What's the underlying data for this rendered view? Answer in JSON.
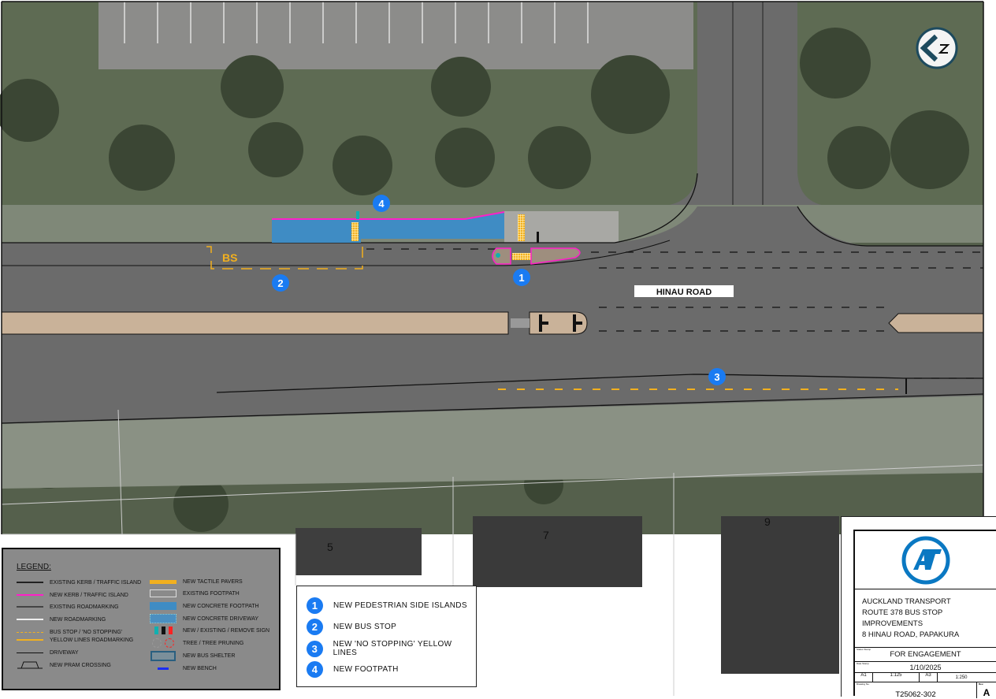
{
  "map": {
    "road_name": "HINAU ROAD",
    "house_numbers": [
      "5",
      "7",
      "9"
    ],
    "markers": [
      "1",
      "2",
      "3",
      "4"
    ],
    "north_arrow_icon": "north-arrow-icon"
  },
  "legend": {
    "title": "LEGEND:",
    "left_items": [
      {
        "label": "EXISTING KERB / TRAFFIC ISLAND",
        "icon": "black-line"
      },
      {
        "label": "NEW KERB / TRAFFIC ISLAND",
        "icon": "magenta-line"
      },
      {
        "label": "EXISTING ROADMARKING",
        "icon": "dark-line"
      },
      {
        "label": "NEW ROADMARKING",
        "icon": "white-line"
      },
      {
        "label": "BUS STOP / 'NO STOPPING'",
        "icon": "yellow-dashed-line"
      },
      {
        "label": "YELLOW LINES ROADMARKING",
        "icon": "yellow-line"
      },
      {
        "label": "DRIVEWAY",
        "icon": "thin-black-line"
      },
      {
        "label": "NEW PRAM CROSSING",
        "icon": "pram-crossing-icon"
      }
    ],
    "right_items": [
      {
        "label": "NEW TACTILE PAVERS",
        "icon": "tactile-pavers-icon"
      },
      {
        "label": "EXISTING FOOTPATH",
        "icon": "existing-footpath-icon"
      },
      {
        "label": "NEW CONCRETE FOOTPATH",
        "icon": "concrete-footpath-icon"
      },
      {
        "label": "NEW CONCRETE DRIVEWAY",
        "icon": "concrete-driveway-icon"
      },
      {
        "label": "NEW / EXISTING / REMOVE SIGN",
        "icon": "sign-icon"
      },
      {
        "label": "TREE / TREE PRUNING",
        "icon": "tree-icon"
      },
      {
        "label": "NEW BUS SHELTER",
        "icon": "bus-shelter-icon"
      },
      {
        "label": "NEW BENCH",
        "icon": "bench-icon"
      }
    ]
  },
  "notes": [
    {
      "num": "1",
      "text": "NEW PEDESTRIAN SIDE ISLANDS"
    },
    {
      "num": "2",
      "text": "NEW BUS STOP"
    },
    {
      "num": "3",
      "text": "NEW 'NO STOPPING' YELLOW LINES"
    },
    {
      "num": "4",
      "text": "NEW FOOTPATH"
    }
  ],
  "title_block": {
    "logo_text": "AT",
    "org": "AUCKLAND TRANSPORT",
    "project": "ROUTE 378 BUS STOP IMPROVEMENTS",
    "address": "8 HINAU ROAD, PAPAKURA",
    "status_label": "Status Stamp",
    "status": "FOR ENGAGEMENT",
    "date_label": "Date Stamp",
    "date": "1/10/2025",
    "a1_label": "A1",
    "a1_scale": "1:125",
    "a3_label": "A3",
    "a3_scale": "1:250",
    "drawing_no_label": "Drawing No.",
    "drawing_no": "T25062-302",
    "rev_label": "Rev.",
    "rev": "A"
  },
  "colors": {
    "marker": "#1a7bf2",
    "new_kerb": "#ff1fc8",
    "footpath": "#3f8cc4",
    "yellow": "#f2b01e",
    "median": "#c9b299",
    "road": "#6b6b6b",
    "at_blue": "#0a78c2"
  }
}
